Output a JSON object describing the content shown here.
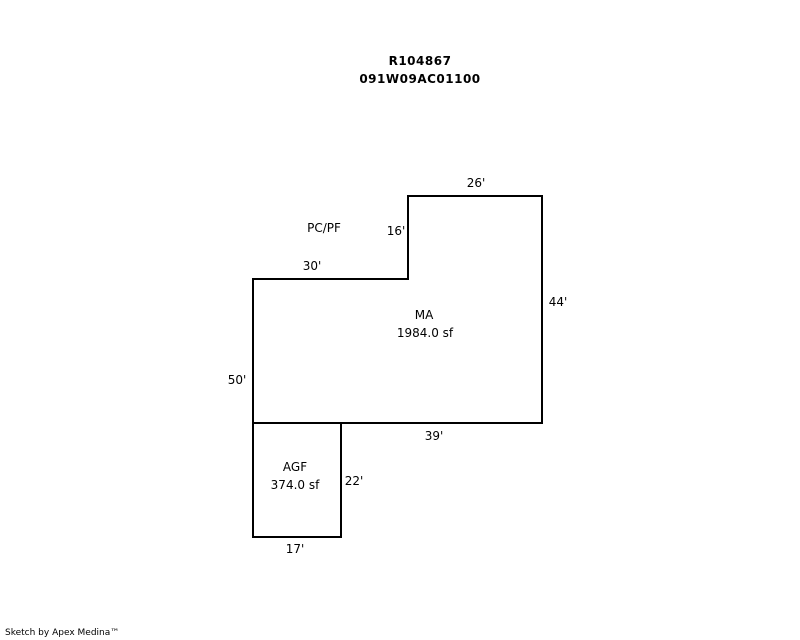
{
  "header": {
    "account_id": "R104867",
    "map_tax_lot": "091W09AC01100"
  },
  "sketch": {
    "areas": [
      {
        "code": "MA",
        "area": "1984.0 sf"
      },
      {
        "code": "AGF",
        "area": "374.0 sf"
      }
    ],
    "feature_label": "PC/PF",
    "dimensions": {
      "ma_top": "26'",
      "ma_step_height": "16'",
      "ma_left_top": "30'",
      "ma_right": "44'",
      "ma_left": "50'",
      "ma_bottom": "39'",
      "agf_right": "22'",
      "agf_bottom": "17'"
    }
  },
  "footer": {
    "credit": "Sketch by Apex Medina™"
  },
  "colors": {
    "line": "#000000",
    "background": "#ffffff"
  }
}
